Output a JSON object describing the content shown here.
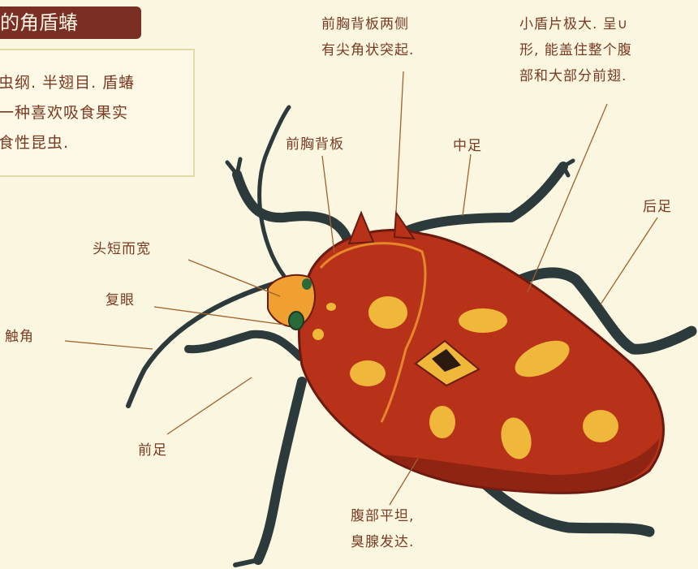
{
  "title": "的角盾蝽",
  "intro_lines": [
    "虫纲. 半翅目. 盾蝽",
    "一种喜欢吸食果实",
    "食性昆虫."
  ],
  "labels": {
    "pronotum_spines": [
      "前胸背板两侧",
      "有尖角状突起."
    ],
    "scutellum": [
      "小盾片极大. 呈∪",
      "形, 能盖住整个腹",
      "部和大部分前翅."
    ],
    "pronotum": "前胸背板",
    "midleg": "中足",
    "hindleg": "后足",
    "head": "头短而宽",
    "eye": "复眼",
    "antenna": "触角",
    "foreleg": "前足",
    "abdomen": [
      "腹部平坦,",
      "臭腺发达."
    ]
  },
  "colors": {
    "title_bg": "#7a2f24",
    "text": "#7a3a22",
    "body": "#c23a1c",
    "spots": "#f0b83a",
    "legs": "#2c3a3c"
  }
}
